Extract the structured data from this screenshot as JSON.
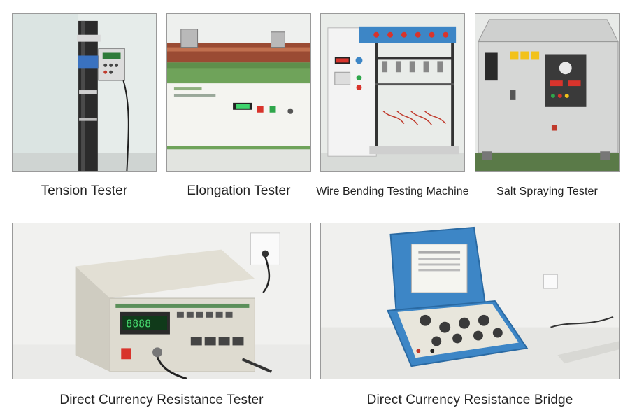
{
  "captions": {
    "tension": "Tension Tester",
    "elongation": "Elongation Tester",
    "wire_bending": "Wire Bending Testing Machine",
    "salt_spraying": "Salt Spraying Tester",
    "dc_resistance_tester": "Direct Currency Resistance Tester",
    "dc_resistance_bridge": "Direct Currency Resistance Bridge"
  },
  "colors": {
    "frame": "#9a9a9a",
    "machine_green": "#6fa35a",
    "wall": "#f2f2f0",
    "case_blue": "#3d86c6",
    "display_green": "#44d36a",
    "button_red": "#d8342c"
  }
}
